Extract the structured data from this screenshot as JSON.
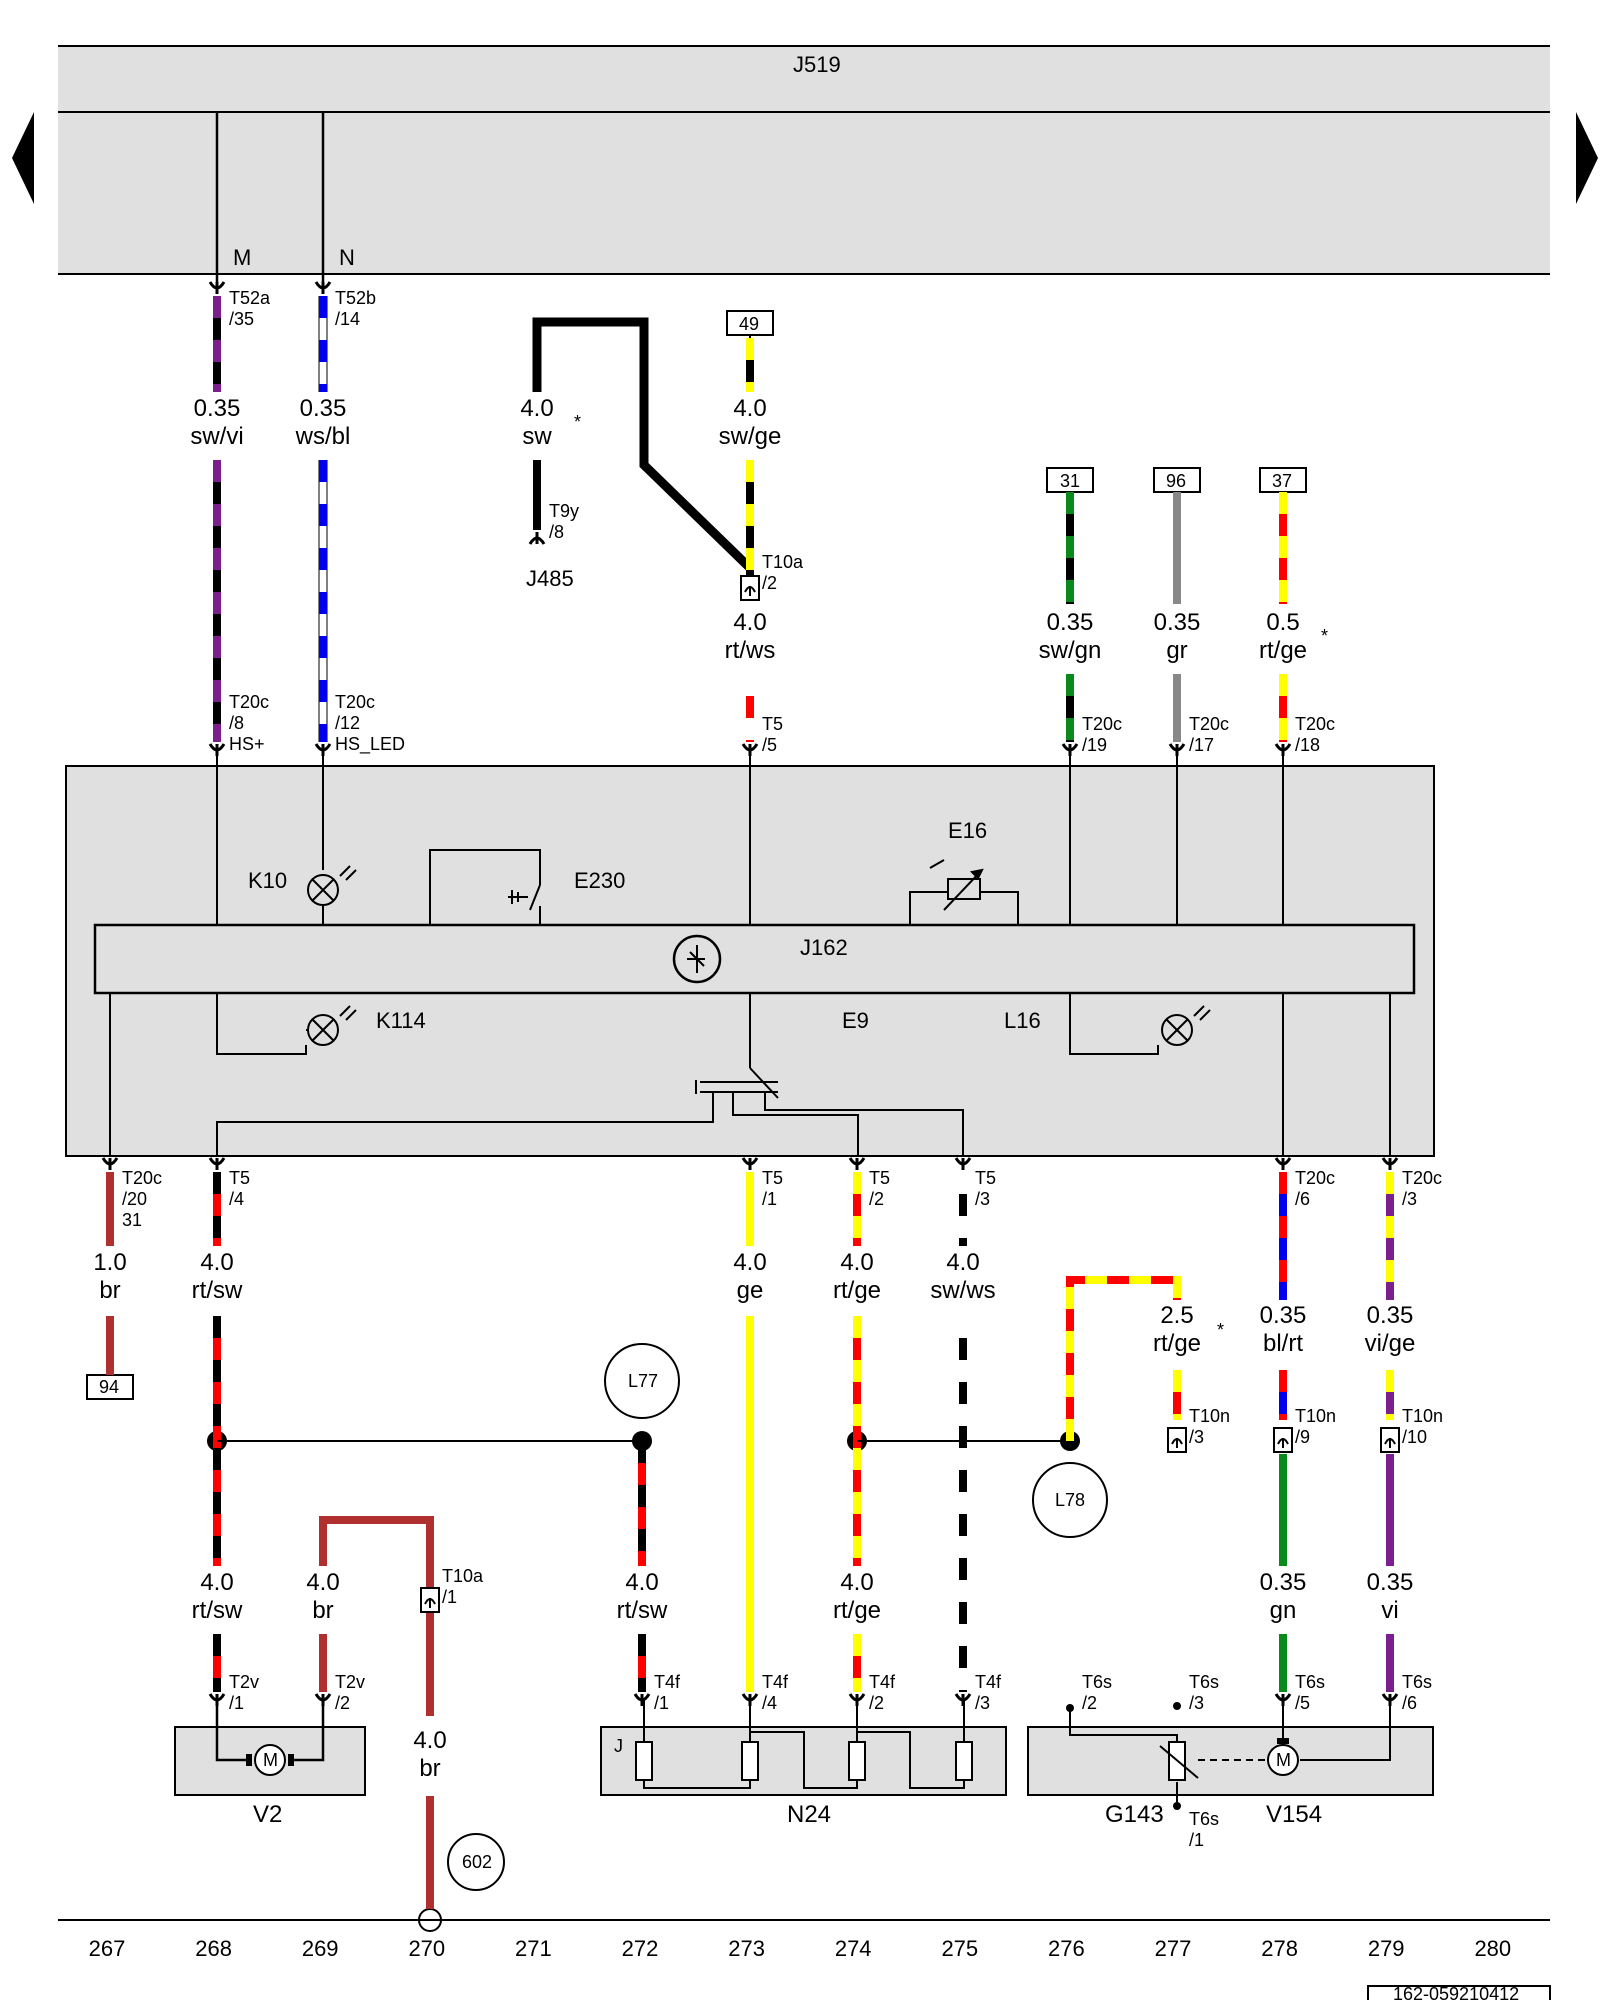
{
  "components": {
    "j519": "J519",
    "j485": "J485",
    "j162": "J162",
    "k10": "K10",
    "e230": "E230",
    "e16": "E16",
    "k114": "K114",
    "e9": "E9",
    "l16": "L16",
    "v2": "V2",
    "n24": "N24",
    "g143": "G143",
    "v154": "V154",
    "motor_symbol": "M",
    "n24_j": "J"
  },
  "pin_letters": {
    "m": "M",
    "n": "N"
  },
  "ground_points": {
    "l77": "L77",
    "l78": "L78",
    "g602": "602"
  },
  "terminals": {
    "t49": "49",
    "t31": "31",
    "t96": "96",
    "t37": "37",
    "t94": "94"
  },
  "connectors": {
    "t52a": "T52a",
    "t52a_pin": "/35",
    "t52b": "T52b",
    "t52b_pin": "/14",
    "t9y": "T9y",
    "t9y_pin": "/8",
    "t10a2": "T10a",
    "t10a2_pin": "/2",
    "t20c8": "T20c",
    "t20c8_pin": "/8",
    "t20c8_sig": "HS+",
    "t20c12": "T20c",
    "t20c12_pin": "/12",
    "t20c12_sig": "HS_LED",
    "t5_5": "T5",
    "t5_5_pin": "/5",
    "t20c19": "T20c",
    "t20c19_pin": "/19",
    "t20c17": "T20c",
    "t20c17_pin": "/17",
    "t20c18": "T20c",
    "t20c18_pin": "/18",
    "t20c20": "T20c",
    "t20c20_pin": "/20",
    "t20c20_extra": "31",
    "t5_4": "T5",
    "t5_4_pin": "/4",
    "t5_1": "T5",
    "t5_1_pin": "/1",
    "t5_2": "T5",
    "t5_2_pin": "/2",
    "t5_3": "T5",
    "t5_3_pin": "/3",
    "t20c6": "T20c",
    "t20c6_pin": "/6",
    "t20c3": "T20c",
    "t20c3_pin": "/3",
    "t10n3": "T10n",
    "t10n3_pin": "/3",
    "t10n9": "T10n",
    "t10n9_pin": "/9",
    "t10n10": "T10n",
    "t10n10_pin": "/10",
    "t10a1": "T10a",
    "t10a1_pin": "/1",
    "t2v1": "T2v",
    "t2v1_pin": "/1",
    "t2v2": "T2v",
    "t2v2_pin": "/2",
    "t4f1": "T4f",
    "t4f1_pin": "/1",
    "t4f4": "T4f",
    "t4f4_pin": "/4",
    "t4f2": "T4f",
    "t4f2_pin": "/2",
    "t4f3": "T4f",
    "t4f3_pin": "/3",
    "t6s2": "T6s",
    "t6s2_pin": "/2",
    "t6s3": "T6s",
    "t6s3_pin": "/3",
    "t6s5": "T6s",
    "t6s5_pin": "/5",
    "t6s6": "T6s",
    "t6s6_pin": "/6",
    "t6s1": "T6s",
    "t6s1_pin": "/1"
  },
  "wire_labels": {
    "w1_size": "0.35",
    "w1_color": "sw/vi",
    "w2_size": "0.35",
    "w2_color": "ws/bl",
    "w3_size": "4.0",
    "w3_color": "sw",
    "w4_size": "4.0",
    "w4_color": "sw/ge",
    "w5_size": "4.0",
    "w5_color": "rt/ws",
    "w6_size": "0.35",
    "w6_color": "sw/gn",
    "w7_size": "0.35",
    "w7_color": "gr",
    "w8_size": "0.5",
    "w8_color": "rt/ge",
    "w9_size": "1.0",
    "w9_color": "br",
    "w10_size": "4.0",
    "w10_color": "rt/sw",
    "w11_size": "4.0",
    "w11_color": "ge",
    "w12_size": "4.0",
    "w12_color": "rt/ge",
    "w13_size": "4.0",
    "w13_color": "sw/ws",
    "w14_size": "2.5",
    "w14_color": "rt/ge",
    "w15_size": "0.35",
    "w15_color": "bl/rt",
    "w16_size": "0.35",
    "w16_color": "vi/ge",
    "w17_size": "4.0",
    "w17_color": "rt/sw",
    "w18_size": "4.0",
    "w18_color": "br",
    "w19_size": "4.0",
    "w19_color": "rt/sw",
    "w20_size": "4.0",
    "w20_color": "rt/ge",
    "w21_size": "0.35",
    "w21_color": "gn",
    "w22_size": "0.35",
    "w22_color": "vi",
    "w23_size": "4.0",
    "w23_color": "br"
  },
  "footnote_marks": {
    "a": "*",
    "b": "*",
    "c": "*"
  },
  "track_numbers": [
    "267",
    "268",
    "269",
    "270",
    "271",
    "272",
    "273",
    "274",
    "275",
    "276",
    "277",
    "278",
    "279",
    "280"
  ],
  "document_code": "162-059210412",
  "wire_colors": {
    "sw": "#000000",
    "vi": "#7b1e8e",
    "ws": "#ffffff",
    "bl": "#0000ee",
    "ge": "#ffff00",
    "rt": "#ff0000",
    "gn": "#0a8a1a",
    "gr": "#888888",
    "br": "#b03030",
    "module_fill": "#e0e0e0"
  },
  "navigation": {
    "prev": "previous-page-arrow",
    "next": "next-page-arrow"
  }
}
